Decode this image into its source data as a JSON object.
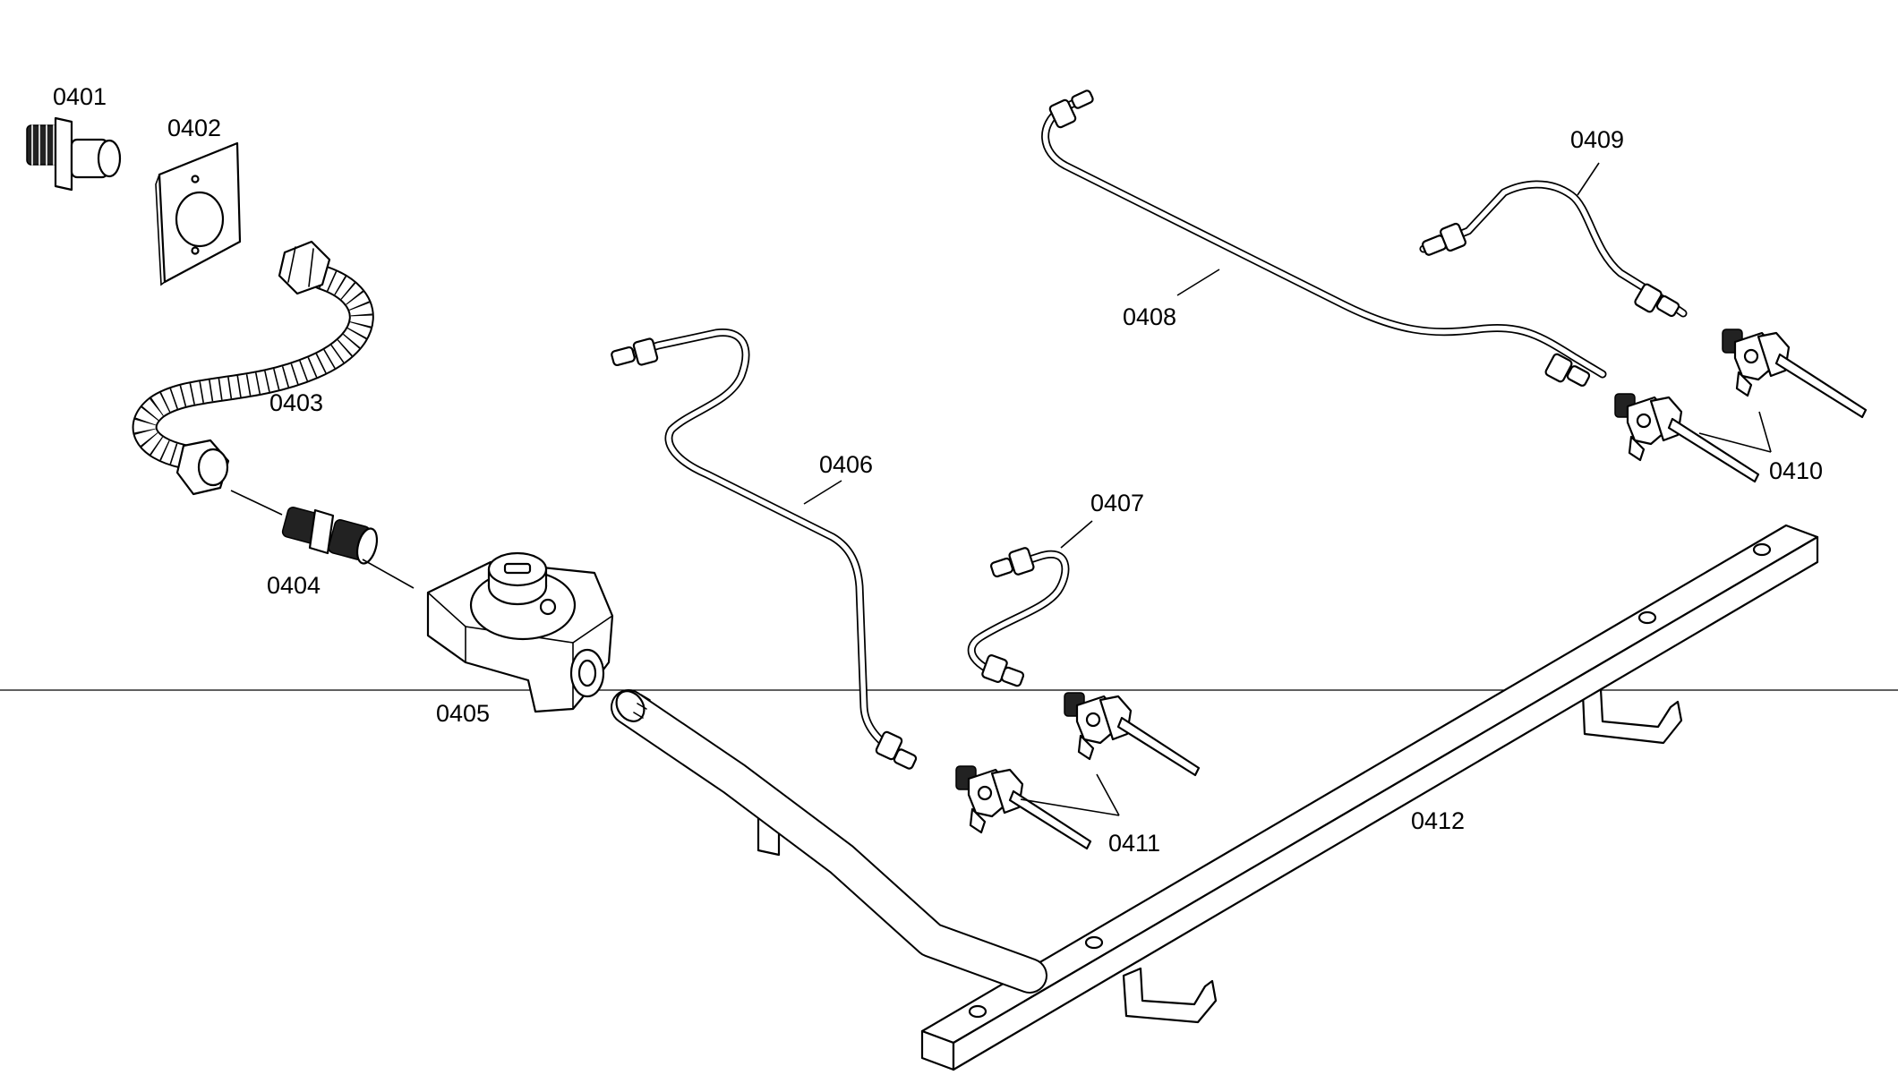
{
  "diagram": {
    "labels": {
      "p0401": "0401",
      "p0402": "0402",
      "p0403": "0403",
      "p0404": "0404",
      "p0405": "0405",
      "p0406": "0406",
      "p0407": "0407",
      "p0408": "0408",
      "p0409": "0409",
      "p0410": "0410",
      "p0411": "0411",
      "p0412": "0412"
    }
  }
}
